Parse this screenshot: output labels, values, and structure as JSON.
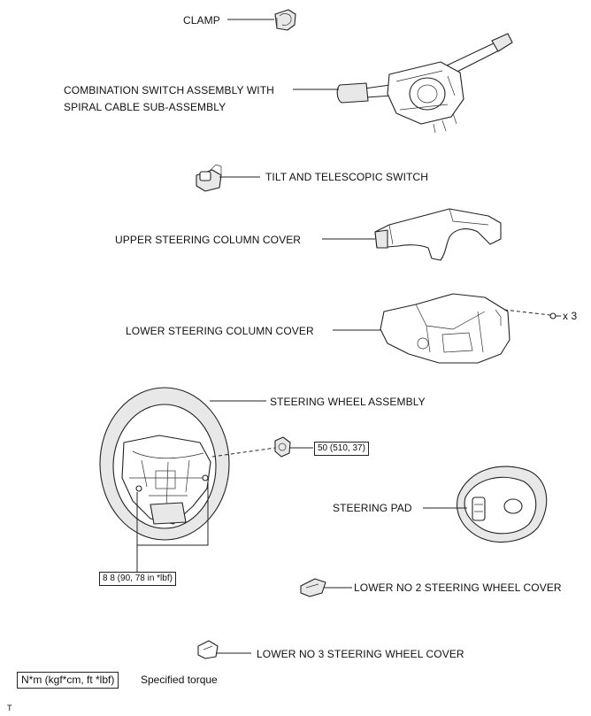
{
  "labels": {
    "clamp": "CLAMP",
    "combo_line1": "COMBINATION SWITCH ASSEMBLY WITH",
    "combo_line2": "SPIRAL CABLE SUB-ASSEMBLY",
    "tilt": "TILT AND TELESCOPIC SWITCH",
    "upper_cover": "UPPER STEERING COLUMN COVER",
    "lower_cover": "LOWER STEERING COLUMN COVER",
    "screw_qty": "x 3",
    "wheel": "STEERING WHEEL ASSEMBLY",
    "pad": "STEERING PAD",
    "lower_no2": "LOWER NO  2 STEERING WHEEL COVER",
    "lower_no3": "LOWER NO  3 STEERING WHEEL COVER"
  },
  "torques": {
    "nut": "50 (510, 37)",
    "bolt": "8 8 (90, 78 in *lbf)"
  },
  "legend": {
    "unit": "N*m (kgf*cm, ft *lbf)",
    "description": "Specified torque"
  },
  "corner_mark": "T"
}
